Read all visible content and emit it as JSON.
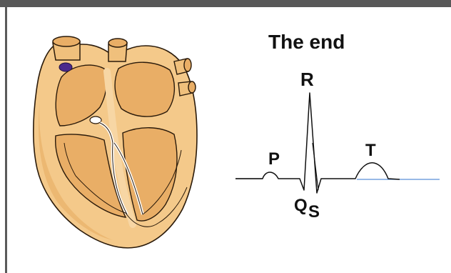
{
  "diagram": {
    "title": "The end",
    "waves": {
      "p": "P",
      "q": "Q",
      "r": "R",
      "s": "S",
      "t": "T"
    }
  },
  "colors": {
    "frame": "#585858",
    "heart_fill": "#f4c98a",
    "heart_shade": "#e6a95f",
    "heart_outline": "#2a1a0a",
    "node_purple": "#4b2a8c",
    "baseline_blue": "#5b8fd8",
    "trace": "#111111"
  },
  "icons": {
    "heart": "heart-conduction-illustration"
  }
}
